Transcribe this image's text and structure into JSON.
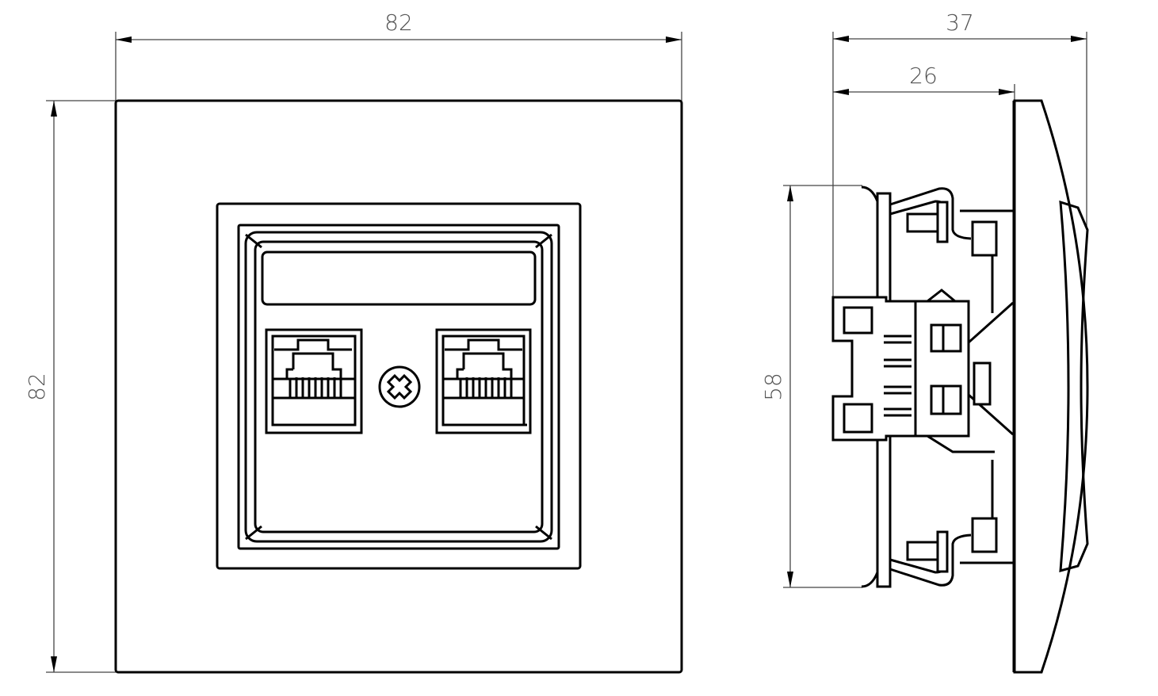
{
  "drawing": {
    "front_view": {
      "width_label": "82",
      "height_label": "82"
    },
    "side_view": {
      "depth_total_label": "37",
      "depth_body_label": "26",
      "body_height_label": "58"
    }
  }
}
